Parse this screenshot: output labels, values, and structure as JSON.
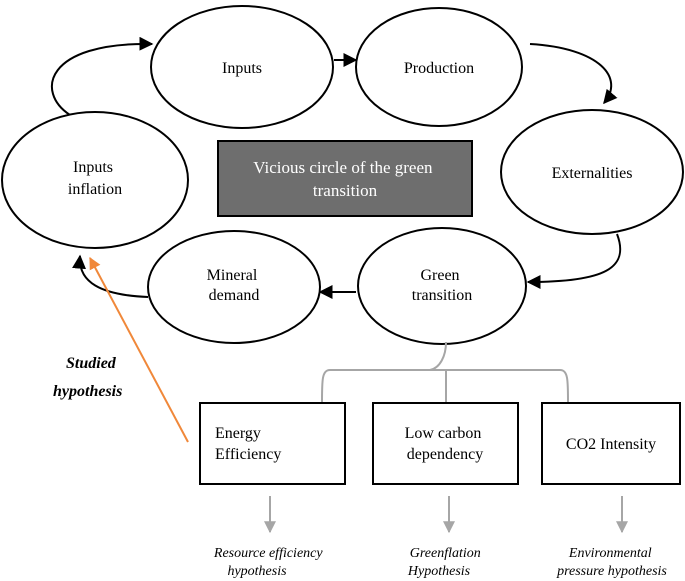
{
  "title": "Vicious circle of the green transition",
  "title_lines": [
    "Vicious circle of the green",
    "transition"
  ],
  "cycle_nodes": {
    "inputs": {
      "lines": [
        "Inputs"
      ]
    },
    "production": {
      "lines": [
        "Production"
      ]
    },
    "externalities": {
      "lines": [
        "Externalities"
      ]
    },
    "green_transition": {
      "lines": [
        "Green",
        "transition"
      ]
    },
    "mineral_demand": {
      "lines": [
        "Mineral",
        "demand"
      ]
    },
    "inputs_inflation": {
      "lines": [
        "Inputs",
        "inflation"
      ]
    }
  },
  "studied_label_lines": [
    "Studied",
    "hypothesis"
  ],
  "variables": {
    "energy_efficiency": {
      "lines": [
        "Energy",
        "Efficiency"
      ]
    },
    "low_carbon": {
      "lines": [
        "Low carbon",
        "dependency"
      ]
    },
    "co2_intensity": {
      "lines": [
        "CO2 Intensity"
      ]
    }
  },
  "hypotheses": {
    "resource_efficiency": {
      "lines": [
        "Resource efficiency",
        "hypothesis"
      ]
    },
    "greenflation": {
      "lines": [
        "Greenflation",
        "Hypothesis"
      ]
    },
    "environmental_pressure": {
      "lines": [
        "Environmental",
        "pressure hypothesis"
      ]
    }
  },
  "colors": {
    "stroke": "#000000",
    "center_fill": "#6e6e6e",
    "center_text": "#ffffff",
    "bracket": "#a6a6a6",
    "hypothesis_arrow": "#a6a6a6",
    "studied_arrow": "#f0883a"
  }
}
